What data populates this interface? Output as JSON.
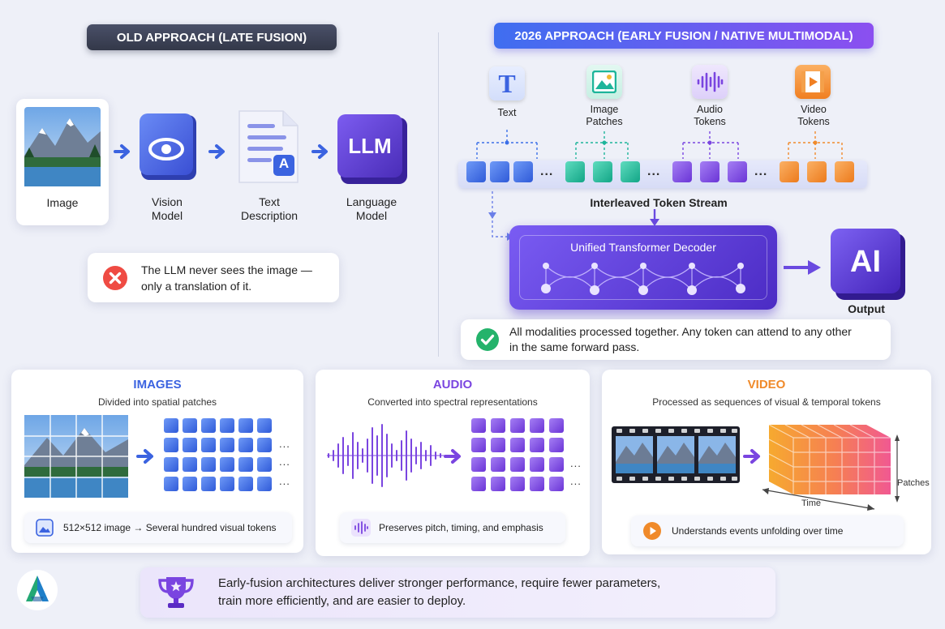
{
  "old": {
    "header": "OLD APPROACH (LATE FUSION)",
    "steps": [
      {
        "label_1": "Image",
        "label_2": ""
      },
      {
        "label_1": "Vision",
        "label_2": "Model"
      },
      {
        "label_1": "Text",
        "label_2": "Description"
      },
      {
        "label_1": "Language",
        "label_2": "Model"
      }
    ],
    "llm_badge": "LLM",
    "doc_badge": "A",
    "note_1": "The LLM never sees the image —",
    "note_2": "only a translation of it."
  },
  "new": {
    "header": "2026 APPROACH (EARLY FUSION / NATIVE MULTIMODAL)",
    "modalities": [
      {
        "label_1": "Text",
        "label_2": "",
        "color": "#3b6fe8"
      },
      {
        "label_1": "Image",
        "label_2": "Patches",
        "color": "#1db59a"
      },
      {
        "label_1": "Audio",
        "label_2": "Tokens",
        "color": "#7a45e0"
      },
      {
        "label_1": "Video",
        "label_2": "Tokens",
        "color": "#f08a2a"
      }
    ],
    "text_icon_glyph": "T",
    "stream_label": "Interleaved Token Stream",
    "decoder_label": "Unified Transformer Decoder",
    "output_badge": "AI",
    "output_label": "Output",
    "note_1": "All modalities processed together. Any token can attend to any other",
    "note_2": "in the same forward pass.",
    "ellipsis": "..."
  },
  "sections": {
    "images": {
      "title": "IMAGES",
      "subtitle": "Divided into spatial patches",
      "note": "512×512 image → Several hundred visual tokens",
      "color": "#3b63e0"
    },
    "audio": {
      "title": "AUDIO",
      "subtitle": "Converted into spectral representations",
      "note": "Preserves pitch, timing, and emphasis",
      "color": "#7a45e0"
    },
    "video": {
      "title": "VIDEO",
      "subtitle": "Processed as sequences of visual & temporal tokens",
      "note": "Understands events unfolding over time",
      "axis_time": "Time",
      "axis_patches": "Patches",
      "color": "#f08a2a"
    }
  },
  "footer": {
    "line_1": "Early-fusion architectures deliver stronger performance, require fewer parameters,",
    "line_2": "train more efficiently, and are easier to deploy."
  }
}
